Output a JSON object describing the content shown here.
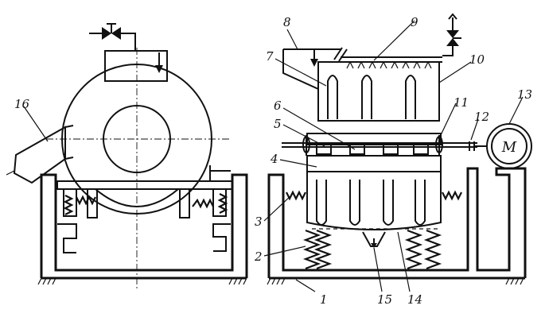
{
  "callouts": [
    "1",
    "2",
    "3",
    "4",
    "5",
    "6",
    "7",
    "8",
    "9",
    "10",
    "11",
    "12",
    "13",
    "14",
    "15",
    "16"
  ],
  "motor_label": "M"
}
